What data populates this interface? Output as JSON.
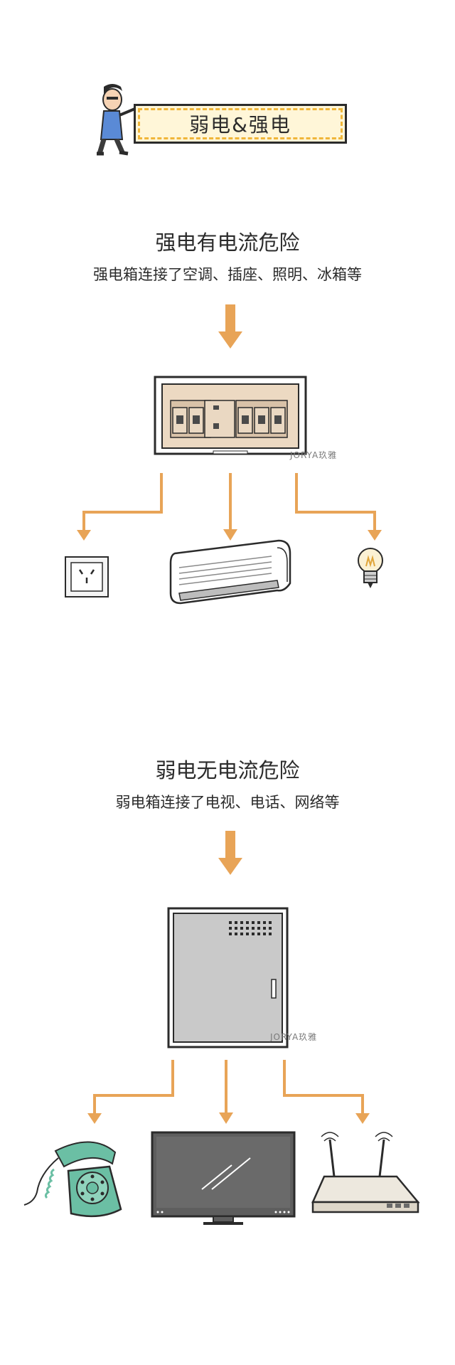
{
  "section_title": "弱电&强电",
  "strong": {
    "heading": "强电有电流危险",
    "subtitle": "强电箱连接了空调、插座、照明、冰箱等",
    "watermark": "JORYA玖雅"
  },
  "weak": {
    "heading": "弱电无电流危险",
    "subtitle": "弱电箱连接了电视、电话、网络等",
    "watermark": "JORYA玖雅"
  },
  "colors": {
    "arrow": "#e8a457",
    "strong_box": "#ecd9c2",
    "weak_box": "#c9c9c9",
    "phone": "#6bbfa4",
    "banner": "#fff6d8"
  }
}
